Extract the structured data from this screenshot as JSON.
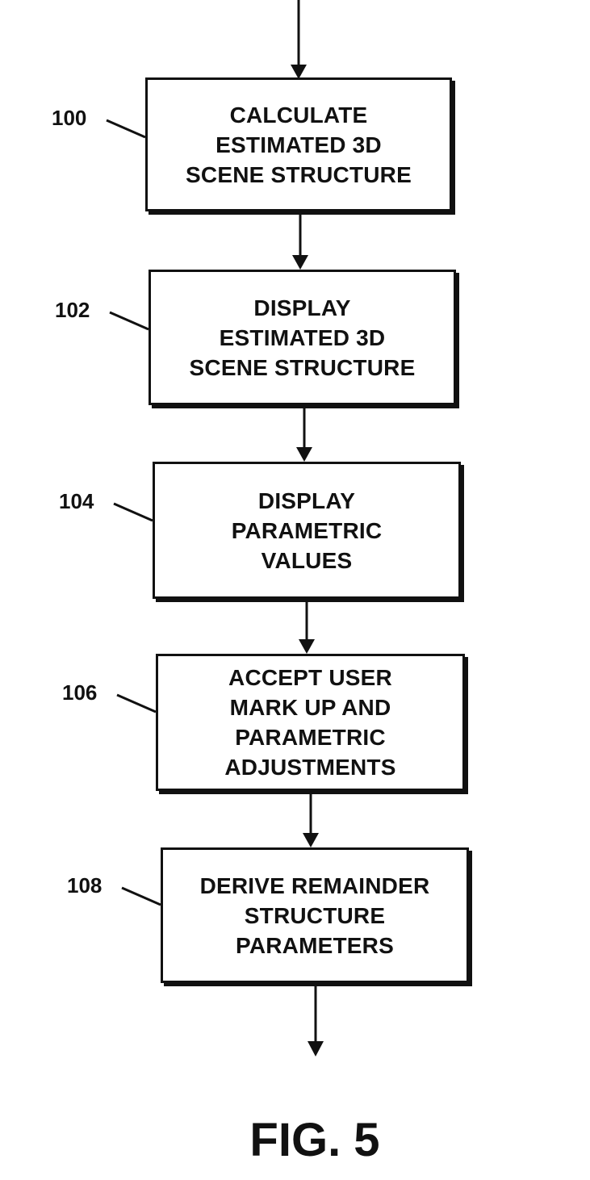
{
  "figure_label": "FIG. 5",
  "steps": [
    {
      "ref": "100",
      "lines": [
        "CALCULATE",
        "ESTIMATED 3D",
        "SCENE STRUCTURE"
      ]
    },
    {
      "ref": "102",
      "lines": [
        "DISPLAY",
        "ESTIMATED 3D",
        "SCENE STRUCTURE"
      ]
    },
    {
      "ref": "104",
      "lines": [
        "DISPLAY",
        "PARAMETRIC",
        "VALUES"
      ]
    },
    {
      "ref": "106",
      "lines": [
        "ACCEPT USER",
        "MARK UP AND",
        "PARAMETRIC",
        "ADJUSTMENTS"
      ]
    },
    {
      "ref": "108",
      "lines": [
        "DERIVE REMAINDER",
        "STRUCTURE",
        "PARAMETERS"
      ]
    }
  ],
  "colors": {
    "ink": "#111111",
    "paper": "#ffffff"
  }
}
